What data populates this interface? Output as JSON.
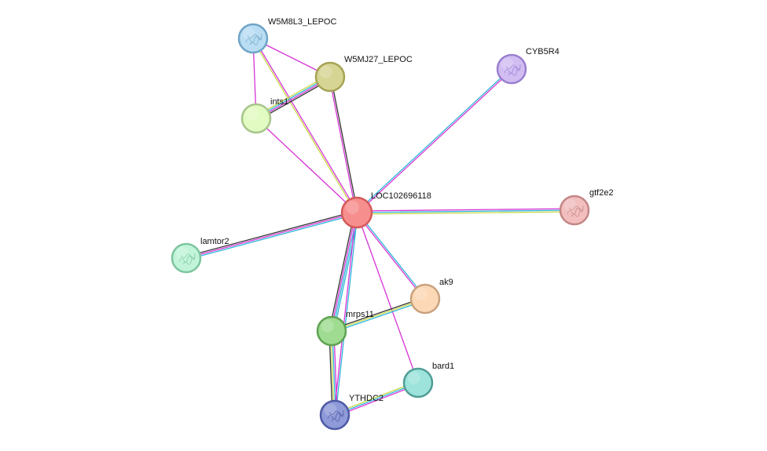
{
  "network": {
    "center": "LOC102696118",
    "nodes": [
      {
        "id": "LOC102696118",
        "label": "LOC102696118",
        "color": "#f78e8e",
        "stroke": "#d45a5a",
        "icon": "none"
      },
      {
        "id": "W5M8L3_LEPOC",
        "label": "W5M8L3_LEPOC",
        "color": "#b9ddf2",
        "stroke": "#6fa4c8",
        "icon": "protein-structure-icon"
      },
      {
        "id": "W5MJ27_LEPOC",
        "label": "W5MJ27_LEPOC",
        "color": "#d7d594",
        "stroke": "#a6a354",
        "icon": "none"
      },
      {
        "id": "ints1",
        "label": "ints1",
        "color": "#e2fbc2",
        "stroke": "#a6c58a",
        "icon": "none"
      },
      {
        "id": "CYB5R4",
        "label": "CYB5R4",
        "color": "#d2bdf2",
        "stroke": "#9a7fd0",
        "icon": "protein-structure-icon"
      },
      {
        "id": "gtf2e2",
        "label": "gtf2e2",
        "color": "#f2bebe",
        "stroke": "#c48686",
        "icon": "protein-structure-icon"
      },
      {
        "id": "lamtor2",
        "label": "lamtor2",
        "color": "#c1f4d9",
        "stroke": "#7cc59f",
        "icon": "protein-structure-icon"
      },
      {
        "id": "ak9",
        "label": "ak9",
        "color": "#fcd8b6",
        "stroke": "#c9a27e",
        "icon": "none"
      },
      {
        "id": "mrps11",
        "label": "mrps11",
        "color": "#9fdc92",
        "stroke": "#5ea252",
        "icon": "none"
      },
      {
        "id": "bard1",
        "label": "bard1",
        "color": "#9de3db",
        "stroke": "#4f9d95",
        "icon": "none"
      },
      {
        "id": "YTHDC2",
        "label": "YTHDC2",
        "color": "#8f9ad8",
        "stroke": "#4e5aa5",
        "icon": "protein-structure-icon"
      }
    ],
    "edges": [
      {
        "from": "W5M8L3_LEPOC",
        "to": "W5MJ27_LEPOC",
        "colors": [
          "#d633d6"
        ]
      },
      {
        "from": "W5M8L3_LEPOC",
        "to": "ints1",
        "colors": [
          "#d633d6"
        ]
      },
      {
        "from": "W5M8L3_LEPOC",
        "to": "LOC102696118",
        "colors": [
          "#d633d6",
          "#c8d84a"
        ]
      },
      {
        "from": "W5MJ27_LEPOC",
        "to": "ints1",
        "colors": [
          "#333333",
          "#d633d6",
          "#2fb6d8",
          "#c8d84a"
        ]
      },
      {
        "from": "W5MJ27_LEPOC",
        "to": "LOC102696118",
        "colors": [
          "#333333",
          "#d633d6"
        ]
      },
      {
        "from": "ints1",
        "to": "LOC102696118",
        "colors": [
          "#d633d6"
        ]
      },
      {
        "from": "CYB5R4",
        "to": "LOC102696118",
        "colors": [
          "#d633d6",
          "#2fb6d8"
        ]
      },
      {
        "from": "gtf2e2",
        "to": "LOC102696118",
        "colors": [
          "#c8d84a",
          "#2fb6d8",
          "#d633d6"
        ]
      },
      {
        "from": "lamtor2",
        "to": "LOC102696118",
        "colors": [
          "#333333",
          "#d633d6",
          "#2fb6d8"
        ]
      },
      {
        "from": "ak9",
        "to": "LOC102696118",
        "colors": [
          "#d633d6",
          "#2fb6d8"
        ]
      },
      {
        "from": "mrps11",
        "to": "LOC102696118",
        "colors": [
          "#333333",
          "#d633d6",
          "#2fb6d8",
          "#2fb6d8"
        ]
      },
      {
        "from": "bard1",
        "to": "LOC102696118",
        "colors": [
          "#d633d6"
        ]
      },
      {
        "from": "YTHDC2",
        "to": "LOC102696118",
        "colors": [
          "#d633d6",
          "#2fb6d8"
        ]
      },
      {
        "from": "mrps11",
        "to": "ak9",
        "colors": [
          "#333333",
          "#c8d84a",
          "#2fb6d8"
        ]
      },
      {
        "from": "mrps11",
        "to": "YTHDC2",
        "colors": [
          "#d633d6",
          "#2fb6d8",
          "#c8d84a",
          "#333333"
        ]
      },
      {
        "from": "bard1",
        "to": "YTHDC2",
        "colors": [
          "#d633d6",
          "#2fb6d8",
          "#c8d84a"
        ]
      }
    ]
  }
}
